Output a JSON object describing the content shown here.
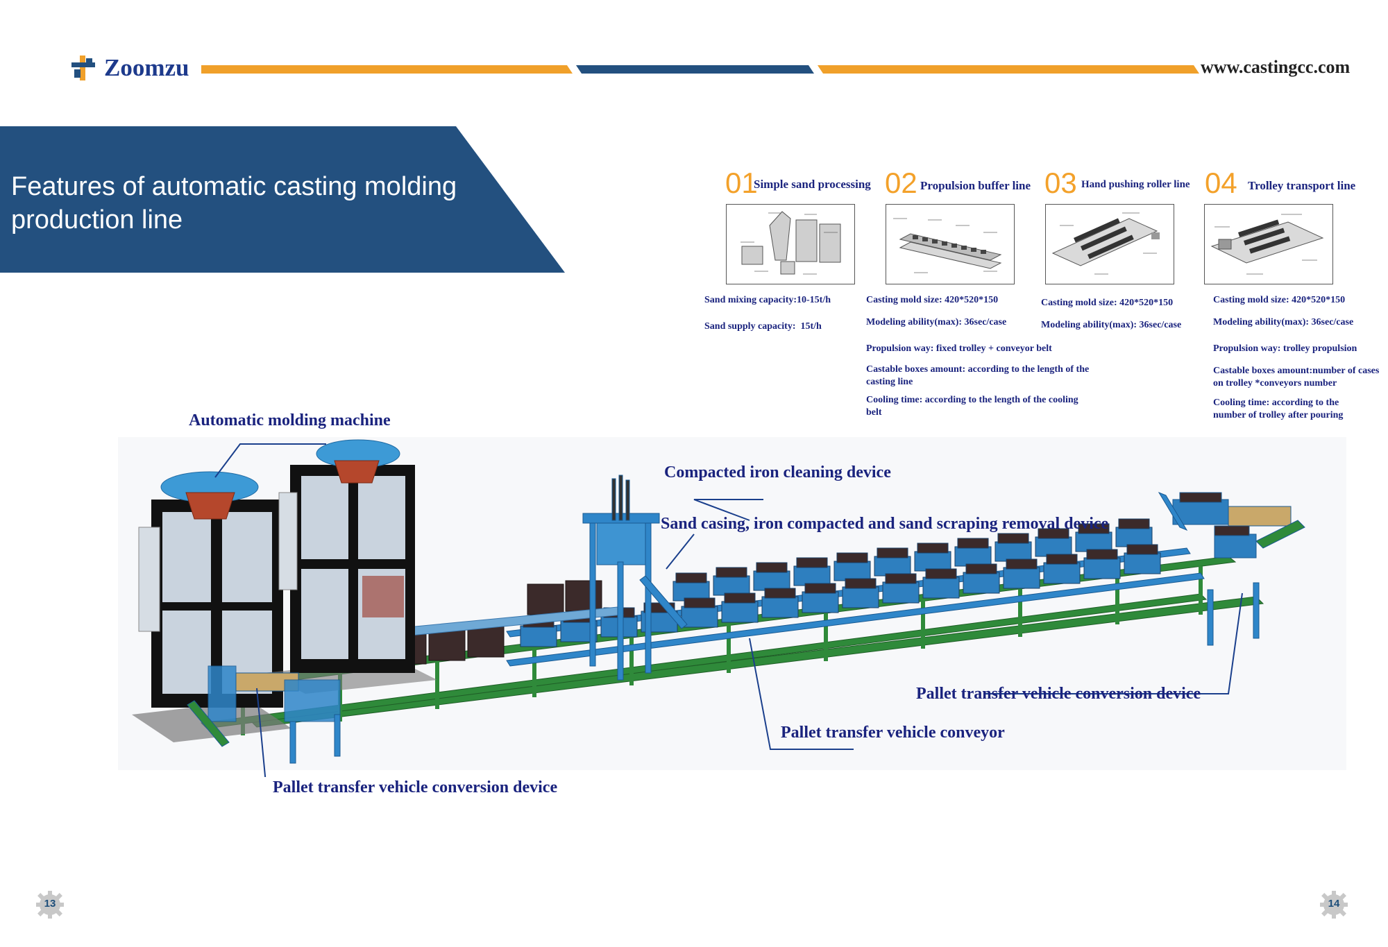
{
  "header": {
    "brand": "Zoomzu",
    "website": "www.castingcc.com"
  },
  "title": {
    "line1": "Features of automatic casting molding",
    "line2": "production line"
  },
  "features": [
    {
      "num": "01",
      "name": "Simple sand processing",
      "specs": [
        "Sand mixing capacity:10-15t/h",
        "Sand supply capacity:  15t/h"
      ]
    },
    {
      "num": "02",
      "name": "Propulsion buffer line",
      "specs": [
        "Casting mold size: 420*520*150",
        "Modeling ability(max): 36sec/case",
        "Propulsion way: fixed trolley + conveyor belt",
        "Castable boxes amount: according to the length of the casting line",
        "Cooling time: according to the length of the cooling belt"
      ]
    },
    {
      "num": "03",
      "name": "Hand pushing roller line",
      "specs": [
        "Casting mold size: 420*520*150",
        "Modeling ability(max): 36sec/case"
      ]
    },
    {
      "num": "04",
      "name": "Trolley transport line",
      "specs": [
        "Casting mold size: 420*520*150",
        "Modeling ability(max): 36sec/case",
        "Propulsion way: trolley propulsion",
        "Castable boxes amount:number of cases on trolley *conveyors number",
        "Cooling time: according to the number of trolley after pouring"
      ]
    }
  ],
  "labels": {
    "molding_machine": "Automatic molding machine",
    "cleaning_device": "Compacted iron cleaning device",
    "scraping_device": "Sand casing, iron compacted and sand scraping removal device",
    "conversion_right": "Pallet transfer vehicle conversion device",
    "conveyor": "Pallet transfer vehicle conveyor",
    "conversion_left": "Pallet transfer vehicle conversion device"
  },
  "pages": {
    "left": "13",
    "right": "14"
  },
  "colors": {
    "navy": "#23507f",
    "orange": "#f0a02a",
    "label_blue": "#1a237e"
  }
}
